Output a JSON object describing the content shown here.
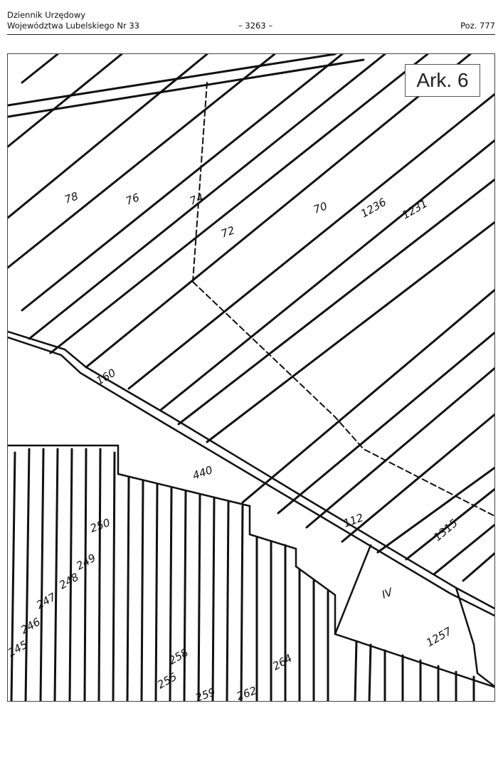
{
  "header": {
    "publication_line1": "Dziennik Urzędowy",
    "publication_line2": "Województwa Lubelskiego Nr 33",
    "page_number": "– 3263 –",
    "position": "Poz. 777"
  },
  "map": {
    "sheet_label": "Ark. 6",
    "plot_numbers": [
      "78",
      "76",
      "74",
      "72",
      "70",
      "1236",
      "1231",
      "160",
      "440",
      "250",
      "249",
      "248",
      "247",
      "246",
      "245",
      "258",
      "255",
      "259",
      "262",
      "264",
      "112",
      "1315",
      "IV",
      "1257"
    ]
  }
}
